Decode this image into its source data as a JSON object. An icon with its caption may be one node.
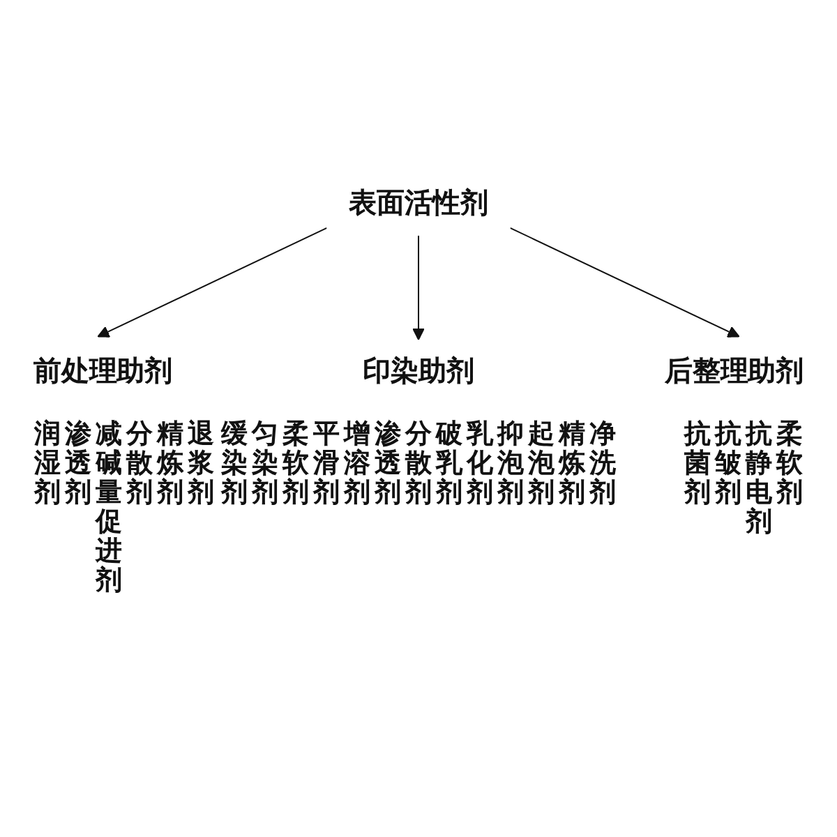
{
  "diagram": {
    "nodes": [
      {
        "text": [
          "表面活性剂"
        ]
      },
      {
        "text": [
          "前处理助剂"
        ],
        "beside": [
          "润湿剂",
          "渗透剂",
          "减碱量促进剂",
          "分散剂",
          "精炼剂",
          "退浆剂"
        ]
      },
      {
        "text": [
          "印染助剂"
        ],
        "beside": [
          "缓染剂",
          "匀染剂",
          "柔软剂",
          "平滑剂",
          "增溶剂",
          "渗透剂",
          "分散剂",
          "破乳剂",
          "乳化剂",
          "抑泡剂",
          "起泡剂",
          "精炼剂",
          "净洗剂"
        ]
      },
      {
        "text": [
          "后整理助剂"
        ],
        "beside": [
          "抗菌剂",
          "抗皱剂",
          "抗静电剂",
          "柔软剂"
        ]
      }
    ],
    "edges": [
      {
        "from": 0,
        "to": 1,
        "arrow": "to"
      },
      {
        "from": 0,
        "to": 2,
        "arrow": "to"
      },
      {
        "from": 0,
        "to": 3,
        "arrow": "to"
      }
    ]
  }
}
